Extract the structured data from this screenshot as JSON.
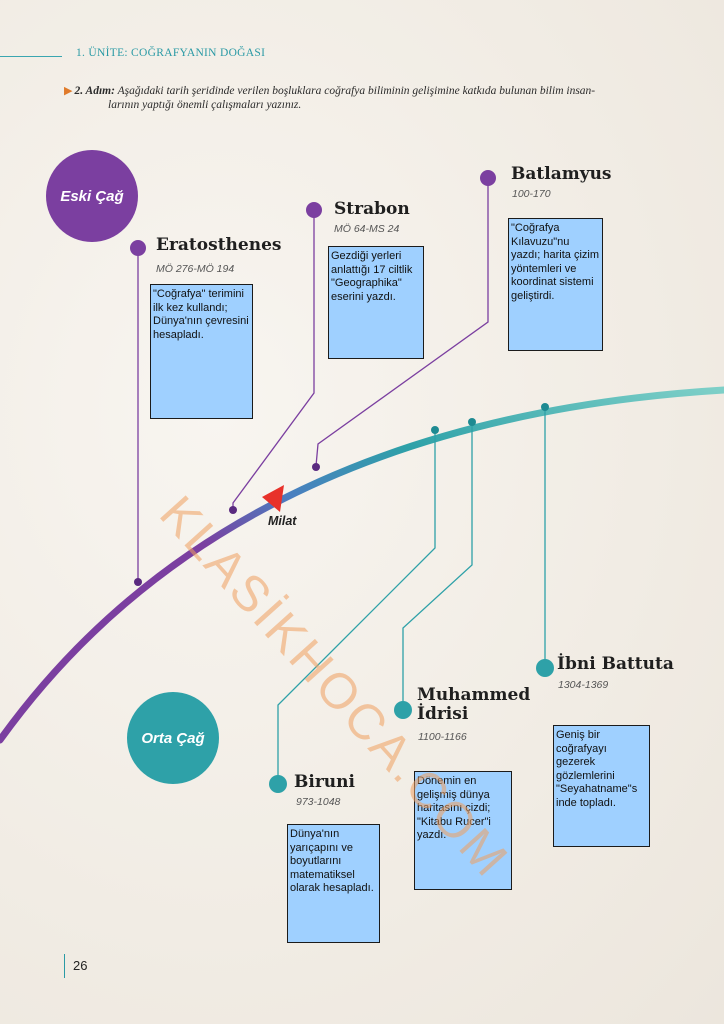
{
  "header": {
    "unit_title": "1. ÜNİTE: COĞRAFYANIN DOĞASI"
  },
  "instruction": {
    "step_label": "2. Adım:",
    "line1": "Aşağıdaki tarih şeridinde verilen boşluklara coğrafya biliminin gelişimine katkıda bulunan bilim insan-",
    "line2": "larının yaptığı önemli çalışmaları yazınız."
  },
  "eras": {
    "ancient": "Eski Çağ",
    "medieval": "Orta Çağ"
  },
  "milat_label": "Milat",
  "scholars": {
    "eratosthenes": {
      "name": "Eratosthenes",
      "dates": "MÖ 276-MÖ 194",
      "note": "\"Coğrafya\" terimini ilk kez kullandı; Dünya'nın çevresini hesapladı."
    },
    "strabon": {
      "name": "Strabon",
      "dates": "MÖ 64-MS 24",
      "note": "Gezdiği yerleri anlattığı 17 ciltlik \"Geographika\" eserini yazdı."
    },
    "batlamyus": {
      "name": "Batlamyus",
      "dates": "100-170",
      "note": "\"Coğrafya Kılavuzu\"nu yazdı; harita çizim yöntemleri ve koordinat sistemi geliştirdi."
    },
    "biruni": {
      "name": "Biruni",
      "dates": "973-1048",
      "note": "Dünya'nın yarıçapını ve boyutlarını matematiksel olarak hesapladı."
    },
    "idrisi": {
      "name_line1": "Muhammed",
      "name_line2": "İdrisi",
      "dates": "1100-1166",
      "note": "Dönemin en gelişmiş dünya haritasını çizdi; \"Kitabu Rucer\"i yazdı."
    },
    "battuta": {
      "name": "İbni Battuta",
      "dates": "1304-1369",
      "note": "Geniş bir coğrafyayı gezerek gözlemlerini \"Seyahatname\"s inde topladı."
    }
  },
  "watermark": "KLASİKHOCA.COM",
  "page_number": "26",
  "colors": {
    "purple": "#7b3fa0",
    "teal": "#2ea1a8",
    "box_fill": "#9fd0ff",
    "milat_marker": "#e8312a"
  }
}
